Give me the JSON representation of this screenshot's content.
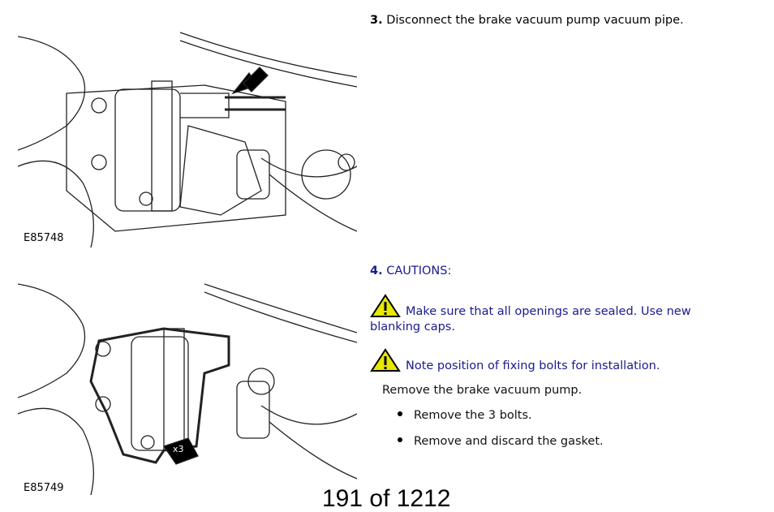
{
  "figures": [
    {
      "label": "E85748"
    },
    {
      "label": "E85749",
      "callout": "x3"
    }
  ],
  "step3": {
    "number": "3.",
    "text": "Disconnect the brake vacuum pump vacuum pipe."
  },
  "step4": {
    "number": "4.",
    "heading": "CAUTIONS:",
    "cautions": [
      "Make sure that all openings are sealed. Use new blanking caps.",
      "Note position of fixing bolts for installation."
    ],
    "instruction": "Remove the brake vacuum pump.",
    "bullets": [
      "Remove the 3 bolts.",
      "Remove and discard the gasket."
    ]
  },
  "pager": "191 of 1212",
  "colors": {
    "caution_text": "#1a1a8c",
    "warning_fill": "#e8e800"
  }
}
